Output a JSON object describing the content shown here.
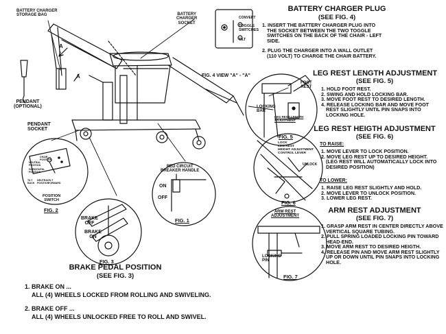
{
  "labels": {
    "charger_bag": [
      "BATTERY CHARGER",
      "STORAGE BAG"
    ],
    "charger_socket": [
      "BATTERY",
      "CHARGER",
      "SOCKET"
    ],
    "convert": "CONVERT",
    "toggle": [
      "TOGGLE",
      "SWITCHES"
    ],
    "tilt": "TILT",
    "pendant": [
      "PENDANT",
      "(OPTIONAL)"
    ],
    "pendant_socket": [
      "PENDANT",
      "SOCKET"
    ],
    "view_a": "A",
    "view_a2": "A",
    "fig4_view": "FIG. 4  VIEW \"A\" - \"A\"",
    "foot_rest": [
      "FOOT",
      "REST"
    ],
    "locking_bar": [
      "LOCKING",
      "BAR"
    ],
    "leg_rest_adj": [
      "LEG REST LENGTH",
      "ADJUSTMENT"
    ],
    "lock_lever": [
      "LOCK",
      "LEG REST",
      "HEIGHT ADJUSTMENT",
      "CONTROL LEVER"
    ],
    "unlock": "UNLOCK",
    "switch_labels": [
      "CHAIR",
      "POSITION",
      "NEUTRAL",
      "POSITION",
      "HORIZONTAL",
      "POSITION",
      "TILT",
      "BACK",
      "NEUTRAL",
      "POSITION",
      "TILT",
      "FORWARD"
    ],
    "position_switch": [
      "POSITION",
      "SWITCH"
    ],
    "red_breaker": [
      "RED CIRCUIT",
      "BREAKER HANDLE"
    ],
    "on": "ON",
    "off": "OFF",
    "brake_off": [
      "BRAKE",
      "OFF"
    ],
    "brake_on": [
      "BRAKE",
      "ON"
    ],
    "arm_rest_adj": [
      "ARM REST",
      "ADJUSTMENT"
    ],
    "locking_pin": [
      "LOCKING",
      "PIN"
    ]
  },
  "figures": {
    "fig1": "FIG. 1",
    "fig2": "FIG. 2",
    "fig3": "FIG. 3",
    "fig5": "FIG. 5",
    "fig6": "FIG. 6",
    "fig7": "FIG. 7"
  },
  "sections": {
    "charger_plug": {
      "title": "BATTERY CHARGER PLUG",
      "subtitle": "(SEE FIG. 4)",
      "steps": [
        "1. INSERT THE BATTERY CHARGER PLUG INTO",
        "THE SOCKET BETWEEN THE TWO TOGGLE",
        "SWITCHES ON THE BACK OF THE CHAIR - LEFT",
        "SIDE.",
        "2. PLUG THE CHARGER INTO A WALL OUTLET",
        "(110 VOLT) TO CHARGE THE CHAIR BATTERY."
      ]
    },
    "leg_length": {
      "title": "LEG REST LENGTH ADJUSTMENT",
      "subtitle": "(SEE FIG. 5)",
      "steps": [
        "1. HOLD FOOT REST.",
        "2. SWING AND HOLD LOCKING BAR.",
        "3. MOVE FOOT REST TO DESIRED LENGTH.",
        "4. RELEASE LOCKING BAR AND MOVE FOOT",
        "REST SLIGHTLY UNTIL PIN SNAPS INTO",
        "LOCKING HOLE."
      ]
    },
    "leg_height": {
      "title": "LEG REST HEIGTH ADJUSTMENT",
      "subtitle": "(SEE FIG. 6)",
      "to_raise": "TO RAISE:",
      "raise_steps": [
        "1. MOVE LEVER TO LOCK POSITION.",
        "2. MOVE LEG REST UP TO DESIRED HEIGHT.",
        "(LEG REST WILL AUTOMATICALLY LOCK INTO",
        "DESIRED POSITION)"
      ],
      "to_lower": "TO LOWER:",
      "lower_steps": [
        "1. RAISE LEG REST SLIGHTLY AND HOLD.",
        "2. MOVE LEVER TO UNLOCK POSITION.",
        "3. LOWER LEG REST."
      ]
    },
    "arm_rest": {
      "title": "ARM REST ADJUSTMENT",
      "subtitle": "(SEE FIG. 7)",
      "steps": [
        "1. GRASP ARM REST IN CENTER DIRECTLY ABOVE",
        "VERTICAL SQUARE TUBING.",
        "2. PULL SPRING LOADED LOCKING PIN TOWARD",
        "HEAD-END.",
        "3. MOVE ARM REST TO DESIRED HEIGTH.",
        "4. RELEASE PIN AND MOVE ARM REST SLIGHTLY",
        "UP OR DOWN UNTIL PIN SNAPS INTO LOCKING",
        "HOLE."
      ]
    },
    "brake": {
      "title": "BRAKE PEDAL POSITION",
      "subtitle": "(SEE FIG. 3)",
      "lines": [
        "1. BRAKE ON ...",
        "ALL (4) WHEELS LOCKED FROM ROLLING AND SWIVELING.",
        "2. BRAKE OFF ...",
        "ALL (4) WHEELS UNLOCKED FREE TO ROLL AND SWIVEL."
      ]
    }
  }
}
